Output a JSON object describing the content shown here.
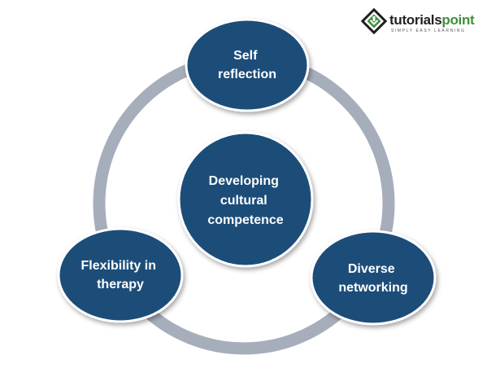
{
  "logo": {
    "name_part1": "tutorials",
    "name_part2": "point",
    "tagline": "SIMPLY EASY LEARNING"
  },
  "diagram": {
    "center": {
      "lines": [
        "Developing",
        "cultural",
        "competence"
      ]
    },
    "nodes": [
      {
        "id": "self-reflection",
        "lines": [
          "Self",
          "reflection"
        ]
      },
      {
        "id": "diverse-networking",
        "lines": [
          "Diverse",
          "networking"
        ]
      },
      {
        "id": "flexibility-in-therapy",
        "lines": [
          "Flexibility in",
          "therapy"
        ]
      }
    ]
  },
  "colors": {
    "node_fill": "#1f4e79",
    "node_stroke": "#ffffff",
    "ring": "#a6adbb",
    "brand_green": "#3f8f3f"
  }
}
